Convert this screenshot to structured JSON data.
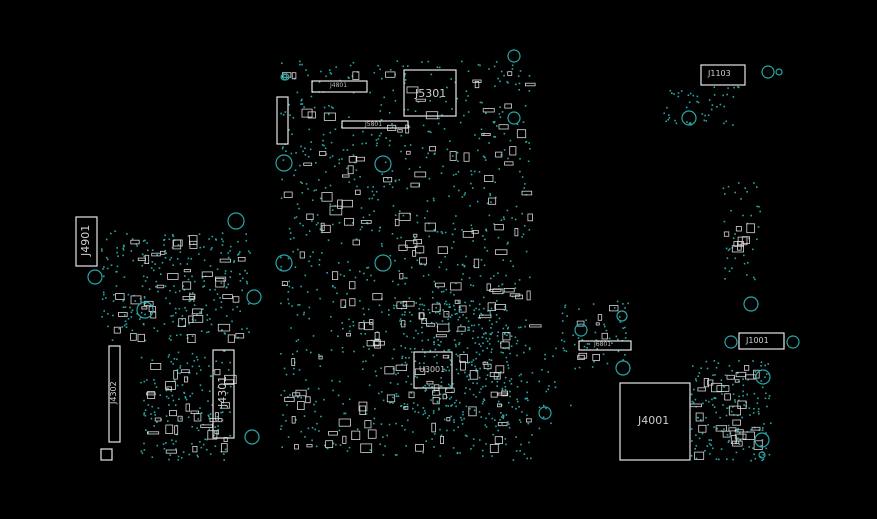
{
  "board": {
    "background": "#000000",
    "outline_color": "#e6e6e6",
    "pin_color": "#2aa6a6",
    "text_color": "#cfcfcf"
  },
  "labels": {
    "j5301": "J5301",
    "j4801": "J4801",
    "j5801": "J5801",
    "j4901": "J4901",
    "j4302": "J4302",
    "j4301": "J4301",
    "u3001": "U3001",
    "j6801": "J6801",
    "j4001": "J4001",
    "j1103": "J1103",
    "j1001": "J1001"
  }
}
